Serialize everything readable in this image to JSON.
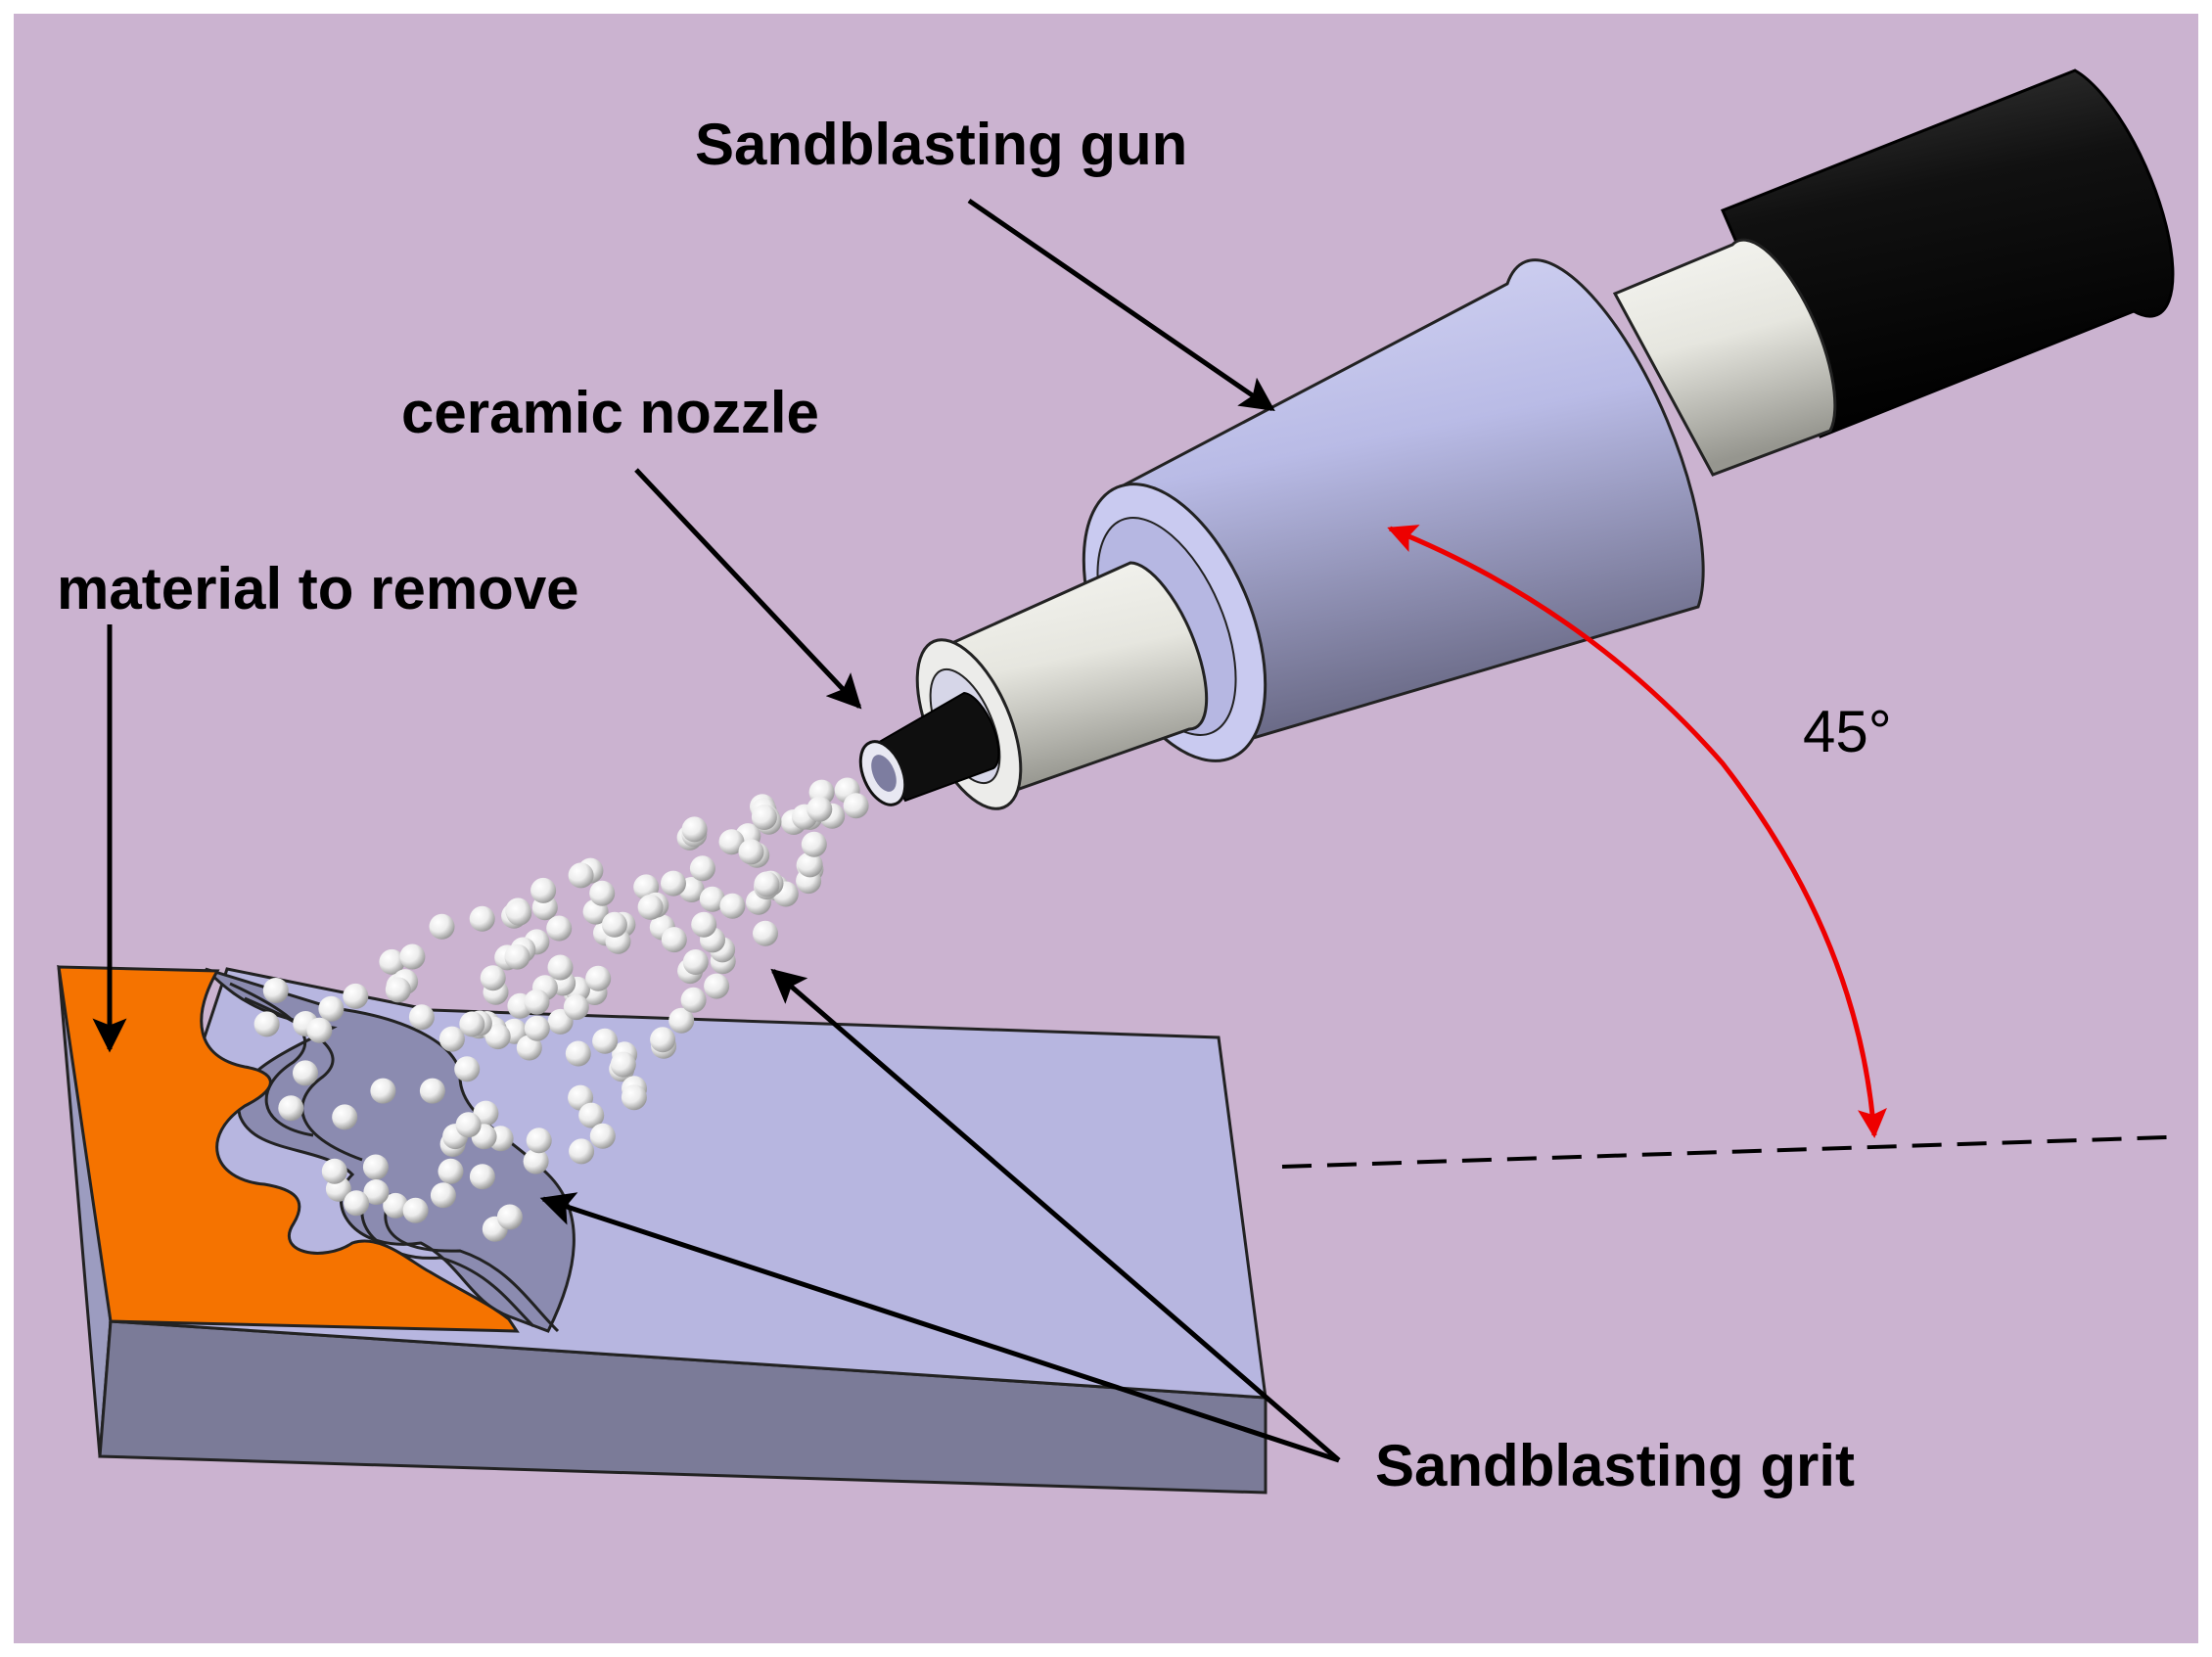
{
  "labels": {
    "gun": "Sandblasting gun",
    "nozzle": "ceramic nozzle",
    "material": "material to remove",
    "grit": "Sandblasting grit",
    "angle": "45°"
  },
  "colors": {
    "background": "#cbb3d0",
    "frame": "#ffffff",
    "workpiece_top": "#b7b6e0",
    "workpiece_front": "#7b7b98",
    "workpiece_side": "#9c9cc0",
    "material_layer": "#f57300",
    "gun_body": "#b9bbe6",
    "gun_sleeve": "#e7e7e1",
    "hose": "#0a0a0a",
    "angle_arc": "#ee0000",
    "grit": "#f3f3f3"
  },
  "icons": {
    "gun": "sandblasting-gun-icon",
    "grit": "grit-particle-icon"
  }
}
